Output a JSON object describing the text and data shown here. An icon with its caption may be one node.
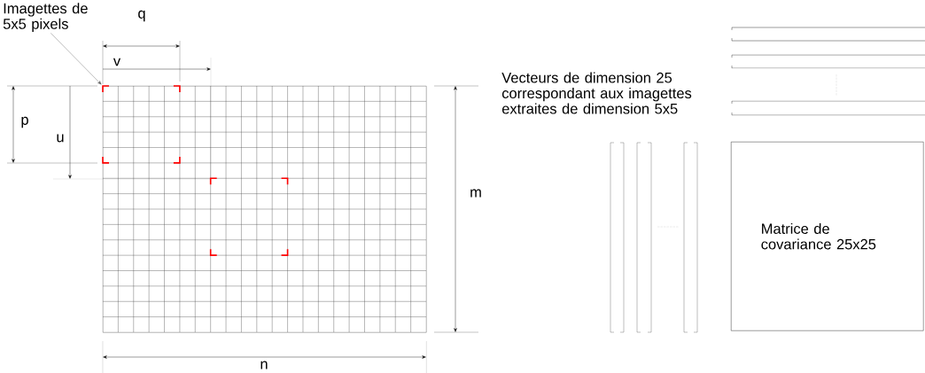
{
  "diagram": {
    "nodes": [
      {
        "text": [
          "Imagettes de 5x5 pixels"
        ]
      },
      {
        "text": [],
        "shape": "box"
      },
      {
        "text": [],
        "shape": "box",
        "in": 1
      },
      {
        "text": [],
        "shape": "box",
        "in": 1
      },
      {
        "text": [
          "Matrice de covariance 25x25"
        ]
      }
    ],
    "edges": [
      {
        "from": 0,
        "to": 2,
        "arrow": "to"
      }
    ],
    "labels": [
      "q",
      "v",
      "Vecteurs de dimension 25 correspondant aux imagettes extraites de dimension 5x5",
      "p",
      "u",
      "m",
      "n"
    ]
  }
}
